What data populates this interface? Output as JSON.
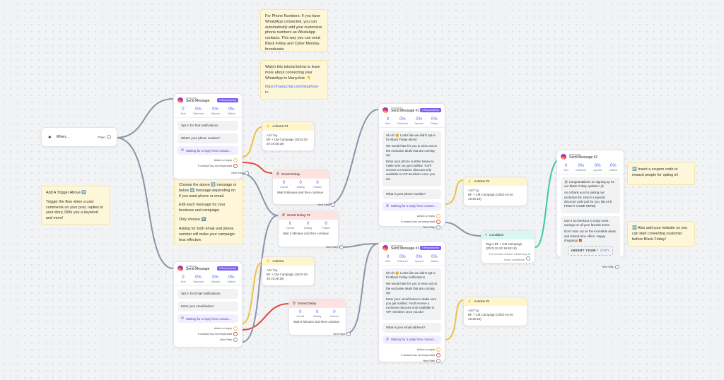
{
  "trigger": {
    "label": "When...",
    "then": "Then"
  },
  "stickies": {
    "phone": "For Phone Numbers: If you have WhatsApp connected, you can automatically add your customers phone numbers as WhatsApp contacts. This way you can send Black Friday and Cyber Monday broadcasts",
    "tutorial_text": "Watch this tutorial below to learn more about connecting your WhatsApp to Manychat. 👇",
    "tutorial_link": "https://manychat.com/blog/how-to-",
    "trigger_title": "Add A Trigger Above ⬆️",
    "trigger_body": "Trigger the flow when a user comments on your post, replies to your story, DMs you a keyword and more!",
    "choose_1": "Choose the above ⬆️ message or below ⬇️ message depending on if you want phone or email.",
    "choose_2": "Edit each message for your business and campaign.",
    "choose_3": "Only choose 1️⃣",
    "choose_4": "Asking for both email and phone number will make your campaign less effective.",
    "coupon_note": "🔤 Insert a coupon code to reward people for opting in!",
    "website_note": "🔤 Also add your website so you can start converting customer before Black Friday!"
  },
  "common": {
    "instagram": "Instagram",
    "respondents": "0 Respondents",
    "sent": "Sent",
    "delivered": "Delivered",
    "opened": "Opened",
    "clicked": "Clicked",
    "zero": "0",
    "zero_pct": "0%",
    "action_on_reply": "Action on reply",
    "not_responded": "If contact has not responded",
    "next_step": "Next Step",
    "overall": "Overall",
    "waiting": "Waiting",
    "passed": "Passed",
    "add_tag": "Add Tag",
    "tag_value": "BF + CM Campaign (2023-10-20 19:49:19)"
  },
  "send_phone": {
    "title": "Send Message",
    "opt_in": "Opt in for Text Notifications",
    "question": "What's your phone number?",
    "wait": "Waiting for a reply from contact..."
  },
  "send_email": {
    "title": "Send Message",
    "opt_in": "Opt in for Email Notifications",
    "question": "Enter your email below!",
    "wait": "Waiting for a reply from contact..."
  },
  "actions1": {
    "title": "Actions #1"
  },
  "actions": {
    "title": "Actions"
  },
  "delay_top": {
    "title": "Smart Delay",
    "text": "Wait 5 Minutes and then continue"
  },
  "delay_mid": {
    "title": "Smart Delay #1",
    "text": "Wait 2 Minutes and then continue"
  },
  "delay_bot": {
    "title": "Smart Delay",
    "text": "Wait 5 Minutes and then continue"
  },
  "msg1": {
    "title": "Send Message #1",
    "p1": "Uh-oh 😢 Looks like we didn't opt-in for Black Friday alerts!",
    "p2": "We would hate for you to miss out on the exclusive deals that are coming up!",
    "p3": "Enter your phone number below to make sure you get notified. You'll receive a exclusive discount only available to VIP members once you do!",
    "question": "What is your phone number?",
    "wait": "Waiting for a reply from contact..."
  },
  "msg2": {
    "title": "Send Message #1",
    "p1": "Uh-oh 😢 Looks like we didn't opt-in for Black Friday notifications.",
    "p2": "We would hate for you to miss out on the exclusive deals that are coming up!",
    "p3": "Enter your email below to make sure you get notified. You'll receive a exclusive discount only available to VIP members once you do!",
    "question": "What is your email address?",
    "wait": "Waiting for a reply from contact..."
  },
  "actions_r1": {
    "title": "Actions #1",
    "tag_value": "BF + CM Campaign (2023-10-20 19:49:19)"
  },
  "actions_r2": {
    "title": "Actions #1",
    "tag_value": "BF + CM Campaign (2023-10-20 19:49:19)"
  },
  "condition": {
    "title": "Condition",
    "rule": "Tag is BF + CM Campaign (2023-10-20 19:49:19)",
    "else": "The contact doesn't match any of these conditions"
  },
  "msg3": {
    "title": "Send Message #2",
    "p1": "🎉 Congratulations on signing up for our Black Friday updates! 🎉",
    "p2": "As a thank you for joining our exclusive list, here's a special discount code just for you: [BLACK FRIDAY CODE HERE].",
    "p3": "Use it at checkout to enjoy extra savings on all your favorite items.",
    "p4": "Don't miss out on the incredible deals and limited-time offers. Happy shopping! 🎁",
    "coupon": "INSERT YOUR \\",
    "copy": "COPY"
  },
  "colors": {
    "accent": "#7b5cf5",
    "blue": "#3a6df0",
    "wire": "#8a95a8",
    "wire_red": "#e24a3b",
    "wire_yellow": "#f0c040",
    "wire_green": "#3cc9a0"
  }
}
